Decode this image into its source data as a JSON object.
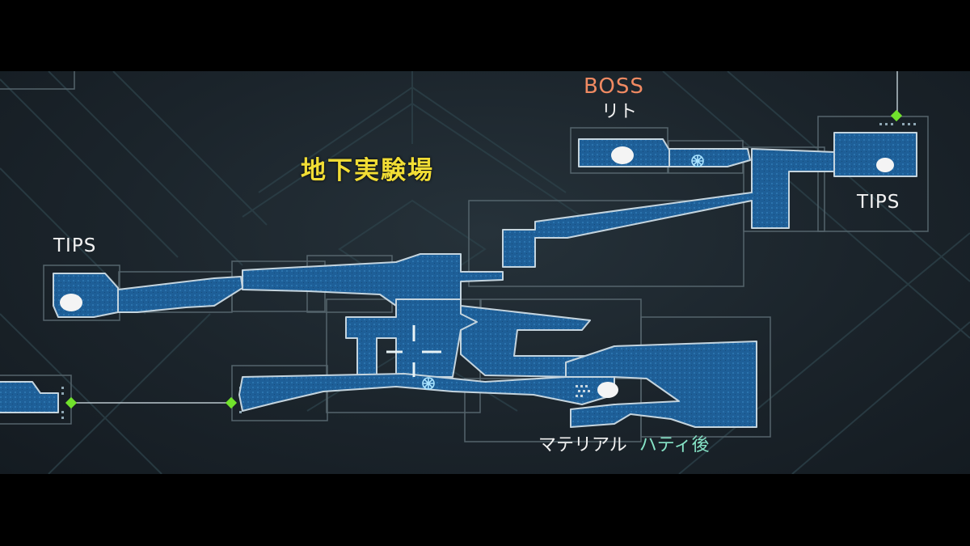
{
  "map": {
    "area_name": "地下実験場",
    "boss_label": "BOSS",
    "boss_name": "リト",
    "tips_left": "TIPS",
    "tips_right": "TIPS",
    "material_label": "マテリアル",
    "material_condition": "ハティ後"
  },
  "colors": {
    "room_fill": "#1e5f98",
    "room_outline": "#c4d4de",
    "frame_outline": "#55646c",
    "node": "#71e22c",
    "area_name": "#f1dd35",
    "boss": "#f08a62",
    "condition": "#86e3c6"
  }
}
